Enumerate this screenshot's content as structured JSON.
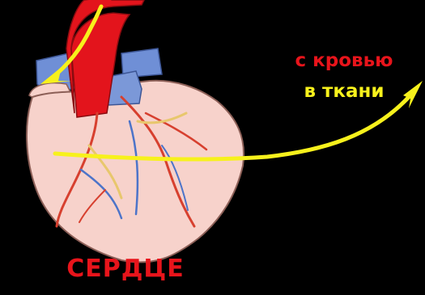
{
  "labels": {
    "top_clipped": "",
    "to_tissues_line1": "с кровью",
    "to_tissues_line2": "в ткани",
    "heart": "СЕРДЦЕ"
  },
  "colors": {
    "background": "#000000",
    "label_red": "#e8141b",
    "label_yellow": "#f7f11c",
    "arrow": "#f7f11c",
    "heart_muscle": "#f7d2cb",
    "aorta": "#e3141c",
    "vein_blue": "#6f8fd6",
    "coronary_red": "#d7402f",
    "coronary_blue": "#4d74c9",
    "outline": "#8c5f57"
  },
  "icons": [
    "heart-illustration",
    "arrow-curve-icon"
  ]
}
